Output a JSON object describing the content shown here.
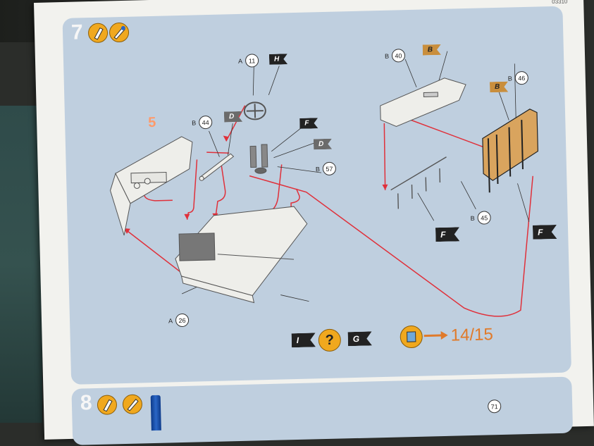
{
  "sheet": {
    "doc_code": "03310"
  },
  "step7": {
    "number": "7",
    "sub_assembly_number": "5",
    "parts": {
      "p11": {
        "prefix": "A",
        "num": "11"
      },
      "p44": {
        "prefix": "B",
        "num": "44"
      },
      "p57": {
        "prefix": "B",
        "num": "57"
      },
      "p26": {
        "prefix": "A",
        "num": "26"
      },
      "p40": {
        "prefix": "B",
        "num": "40"
      },
      "p46": {
        "prefix": "B",
        "num": "46"
      },
      "p45": {
        "prefix": "B",
        "num": "45"
      }
    },
    "colors": {
      "H": "H",
      "D1": "D",
      "F1": "F",
      "D2": "D",
      "B1": "B",
      "B2": "B",
      "F2": "F",
      "F3": "F",
      "I": "I",
      "G": "G"
    },
    "help_symbol": "?",
    "goto_pages": "14/15"
  },
  "step8": {
    "number": "8",
    "part_partial": "71"
  },
  "palette": {
    "panel": "#bfcfdf",
    "arrow": "#e0303a",
    "accent": "#f0a81e",
    "goto": "#e07a2a"
  }
}
